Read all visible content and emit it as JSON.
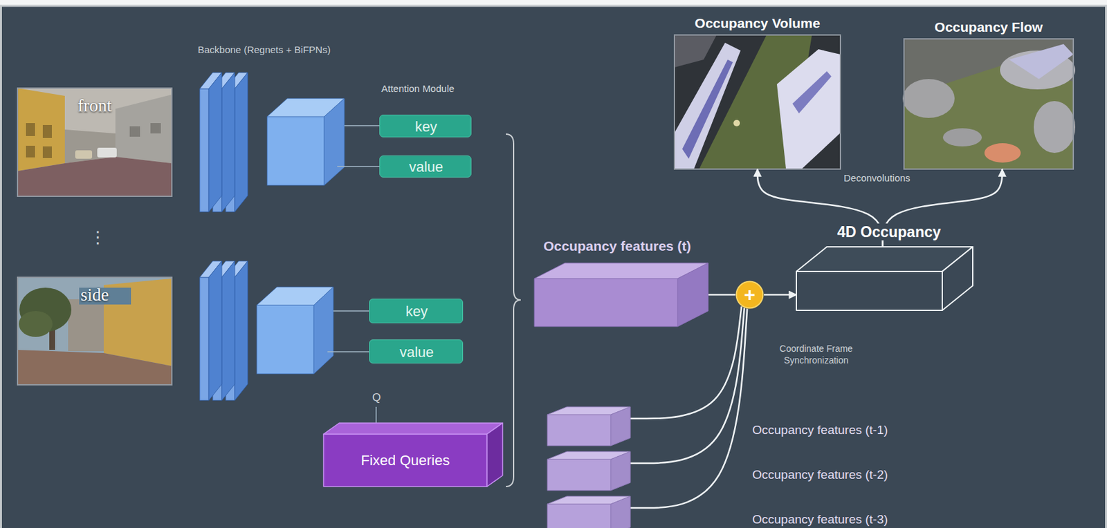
{
  "diagram": {
    "nodes": [
      {
        "text": [
          "front"
        ]
      },
      {
        "text": [
          "side"
        ]
      },
      {
        "text": [
          "key"
        ]
      },
      {
        "text": [
          "value"
        ]
      },
      {
        "text": [
          "key"
        ]
      },
      {
        "text": [
          "value"
        ]
      },
      {
        "text": [
          "Fixed Queries"
        ]
      },
      {
        "text": [
          "Occupancy features (t)"
        ]
      },
      {
        "text": [
          "+"
        ]
      },
      {
        "text": [
          "4D Occupancy"
        ]
      },
      {
        "text": [
          "Occupancy Volume"
        ]
      },
      {
        "text": [
          "Occupancy Flow"
        ]
      },
      {
        "text": [
          "Occupancy features (t-1)"
        ]
      },
      {
        "text": [
          "Occupancy features (t-2)"
        ]
      },
      {
        "text": [
          "Occupancy features (t-3)"
        ]
      }
    ],
    "edges": [
      {
        "from": 7,
        "to": 8,
        "arrow": "none"
      },
      {
        "from": 8,
        "to": 9,
        "arrow": "to"
      },
      {
        "from": 12,
        "to": 8,
        "arrow": "none"
      },
      {
        "from": 13,
        "to": 8,
        "arrow": "none"
      },
      {
        "from": 14,
        "to": 8,
        "arrow": "none"
      },
      {
        "from": 9,
        "to": 10,
        "arrow": "to"
      },
      {
        "from": 9,
        "to": 11,
        "arrow": "to"
      }
    ],
    "labels": [
      "Backbone (Regnets + BiFPNs)",
      "Attention Module",
      "⋮",
      "Q",
      "Coordinate Frame Synchronization",
      "Deconvolutions"
    ]
  }
}
